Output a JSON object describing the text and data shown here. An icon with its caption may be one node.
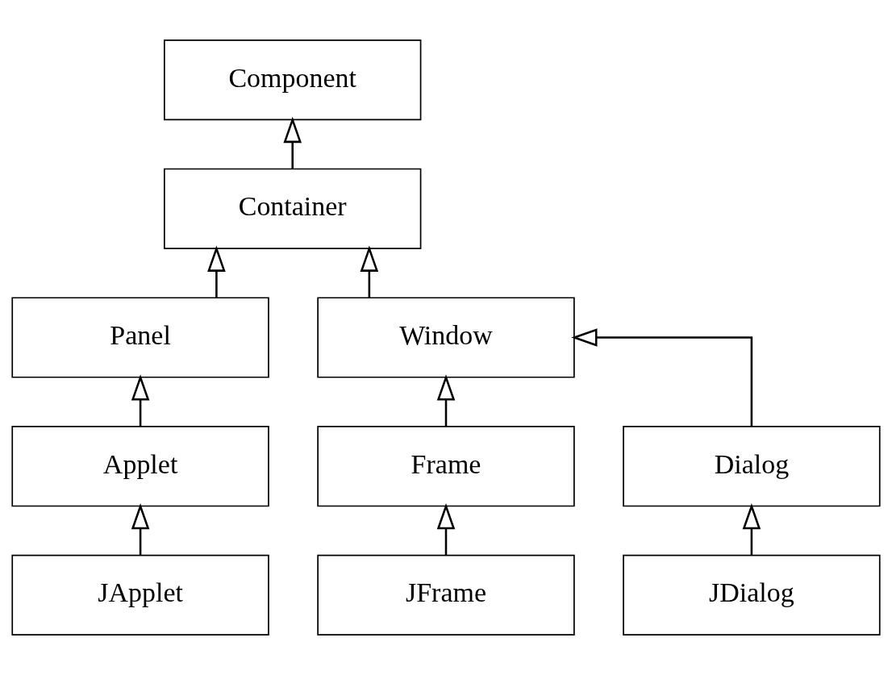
{
  "diagram": {
    "nodes": [
      {
        "text": [
          "Component"
        ]
      },
      {
        "text": [
          "Container"
        ]
      },
      {
        "text": [
          "Panel"
        ]
      },
      {
        "text": [
          "Window"
        ]
      },
      {
        "text": [
          "Applet"
        ]
      },
      {
        "text": [
          "Frame"
        ]
      },
      {
        "text": [
          "Dialog"
        ]
      },
      {
        "text": [
          "JApplet"
        ]
      },
      {
        "text": [
          "JFrame"
        ]
      },
      {
        "text": [
          "JDialog"
        ]
      }
    ],
    "edges": [
      {
        "from": 1,
        "to": 0,
        "arrow": "to"
      },
      {
        "from": 2,
        "to": 1,
        "arrow": "to"
      },
      {
        "from": 3,
        "to": 1,
        "arrow": "to"
      },
      {
        "from": 4,
        "to": 2,
        "arrow": "to"
      },
      {
        "from": 5,
        "to": 3,
        "arrow": "to"
      },
      {
        "from": 6,
        "to": 3,
        "arrow": "to"
      },
      {
        "from": 7,
        "to": 4,
        "arrow": "to"
      },
      {
        "from": 8,
        "to": 5,
        "arrow": "to"
      },
      {
        "from": 9,
        "to": 6,
        "arrow": "to"
      }
    ]
  }
}
